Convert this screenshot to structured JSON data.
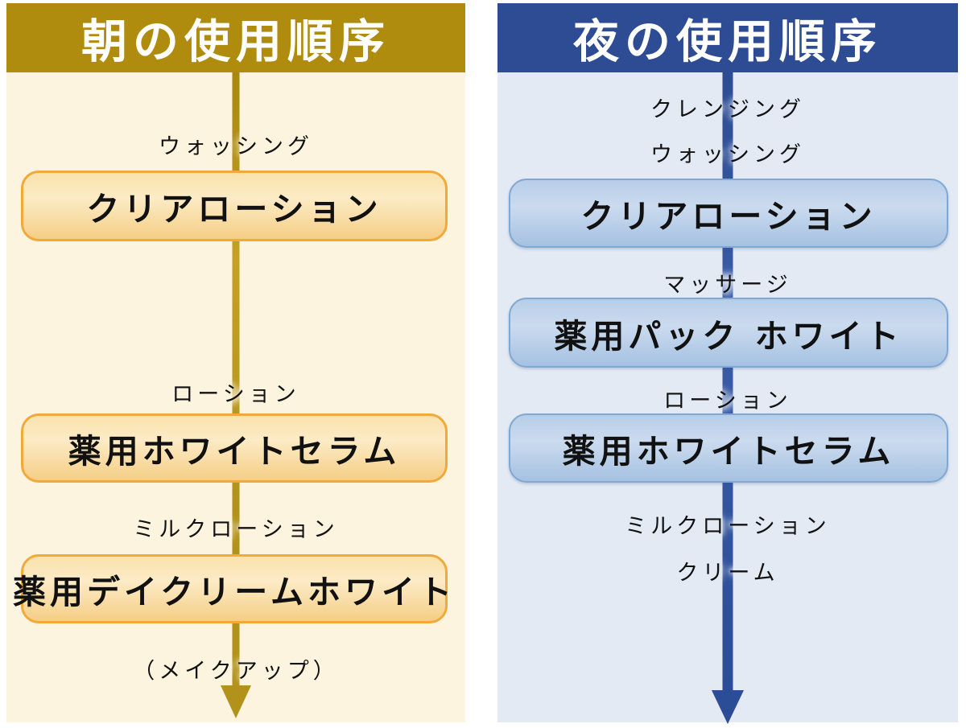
{
  "columns": [
    {
      "id": "morning",
      "title": "朝の使用順序",
      "theme": {
        "header_bg": "#B08C0E",
        "body_bg": "#FCF4DF",
        "box_border": "#F2A93B",
        "box_fill_top": "#F9E2AC",
        "box_fill_bottom": "#F5CE85",
        "arrow": "#B3921C",
        "title_color": "#FFFFFF",
        "text_color": "#111111"
      },
      "flow": [
        {
          "type": "label",
          "text": "ウォッシング"
        },
        {
          "type": "box",
          "text": "クリアローション"
        },
        {
          "type": "label",
          "text": "ローション"
        },
        {
          "type": "box",
          "text": "薬用ホワイトセラム"
        },
        {
          "type": "label",
          "text": "ミルクローション"
        },
        {
          "type": "box",
          "text": "薬用デイクリームホワイト"
        },
        {
          "type": "label",
          "text": "（メイクアップ）"
        }
      ]
    },
    {
      "id": "night",
      "title": "夜の使用順序",
      "theme": {
        "header_bg": "#2E4C93",
        "body_bg": "#E3EAF4",
        "box_border": "#7FA8D4",
        "box_fill_top": "#B7CDE8",
        "box_fill_bottom": "#A5C1E1",
        "arrow": "#2B4C97",
        "title_color": "#FFFFFF",
        "text_color": "#111111"
      },
      "flow": [
        {
          "type": "label",
          "text": "クレンジング"
        },
        {
          "type": "label",
          "text": "ウォッシング"
        },
        {
          "type": "box",
          "text": "クリアローション"
        },
        {
          "type": "label",
          "text": "マッサージ"
        },
        {
          "type": "box",
          "text": "薬用パック ホワイト"
        },
        {
          "type": "label",
          "text": "ローション"
        },
        {
          "type": "box",
          "text": "薬用ホワイトセラム"
        },
        {
          "type": "label",
          "text": "ミルクローション"
        },
        {
          "type": "label",
          "text": "クリーム"
        }
      ]
    }
  ]
}
